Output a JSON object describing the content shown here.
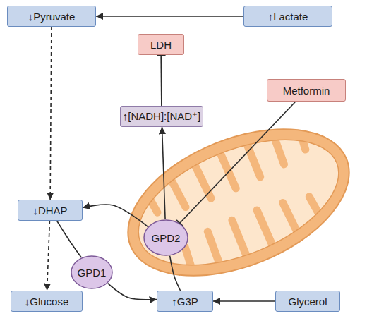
{
  "diagram": {
    "nodes": [
      {
        "text": [
          "↓Pyruvate"
        ]
      },
      {
        "text": [
          "↑Lactate"
        ]
      },
      {
        "text": [
          "LDH"
        ]
      },
      {
        "text": [
          "Metformin"
        ]
      },
      {
        "text": [
          "↑[NADH]:[NAD⁺]"
        ]
      },
      {
        "text": [
          "↓DHAP"
        ]
      },
      {
        "text": [
          "GPD2"
        ]
      },
      {
        "text": [
          "GPD1"
        ]
      },
      {
        "text": [
          "↓Glucose"
        ]
      },
      {
        "text": [
          "↑G3P"
        ]
      },
      {
        "text": [
          "Glycerol"
        ]
      }
    ],
    "edges": [
      {
        "from": 1,
        "to": 0,
        "arrow": "to"
      },
      {
        "from": 0,
        "to": 5,
        "arrow": "to"
      },
      {
        "from": 5,
        "to": 8,
        "arrow": "to"
      },
      {
        "from": 4,
        "to": 2,
        "arrow": "to"
      },
      {
        "from": 3,
        "to": 6,
        "arrow": "to"
      },
      {
        "from": 6,
        "to": 4,
        "arrow": "to"
      },
      {
        "from": 6,
        "to": 5,
        "arrow": "to"
      },
      {
        "from": 9,
        "to": 6,
        "arrow": "none"
      },
      {
        "from": 5,
        "to": 7,
        "arrow": "none"
      },
      {
        "from": 7,
        "to": 9,
        "arrow": "to"
      },
      {
        "from": 10,
        "to": 9,
        "arrow": "to"
      }
    ]
  }
}
